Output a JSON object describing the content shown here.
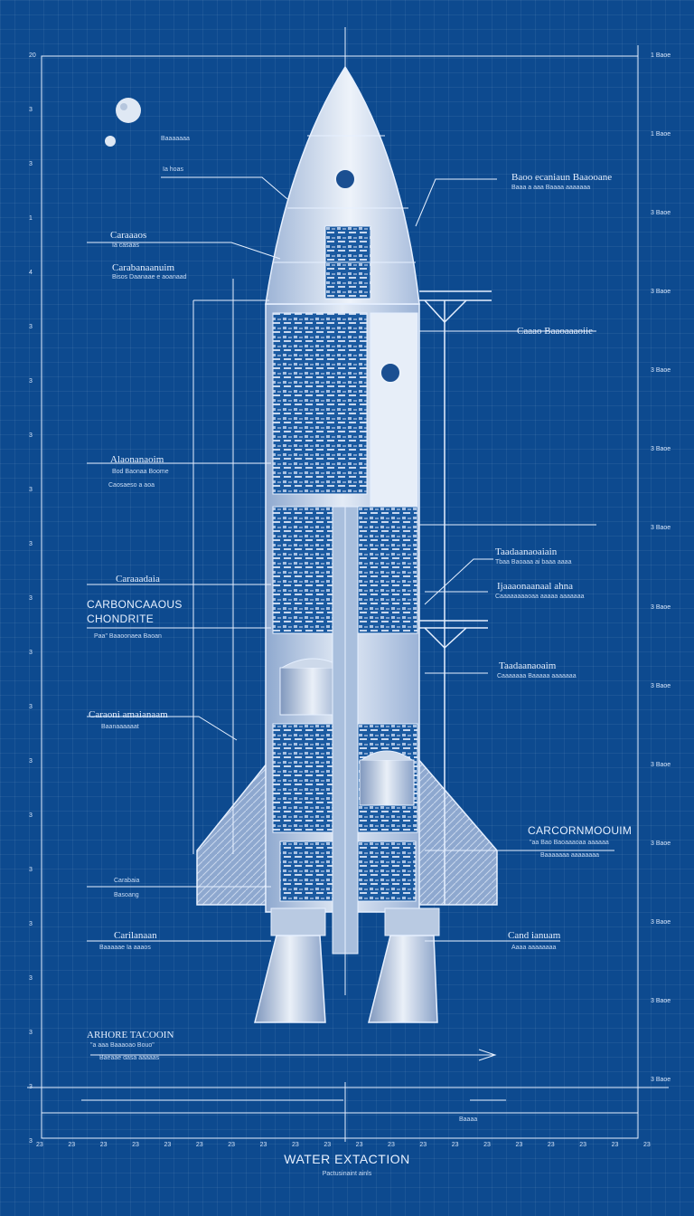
{
  "title": "WATER EXTACTION",
  "subtitle": "Pactusinaint ainls",
  "callouts_left": [
    {
      "title": "Ia hoas",
      "sub": ""
    },
    {
      "title": "Caraaaos",
      "sub": "Ia casaas"
    },
    {
      "title": "Carabanaanuim",
      "sub": "Bisos Daanaae e aoanaad"
    },
    {
      "title": "Alaonanaoim",
      "sub": "Bod Baonaa Boome"
    },
    {
      "title": "",
      "sub": "Caosaeso a aoa"
    },
    {
      "title": "Caraaadaia",
      "sub": ""
    },
    {
      "title": "CARBONCAAOUS",
      "sub": "CHONDRITE"
    },
    {
      "title": "",
      "sub": "Paa\" Baaoonaea Baoan"
    },
    {
      "title": "Caraoni amaianaam",
      "sub": "Baanaaaaaat"
    },
    {
      "title": "Carabaia",
      "sub": "Basoang"
    },
    {
      "title": "Carilanaan",
      "sub": "Baaaaae Ia aaaos"
    },
    {
      "title": "ARHORE TACOOIN",
      "sub": "\"a aaa Baaaoao Bouo\""
    },
    {
      "title": "",
      "sub": "Baeaae dasa aaaaas"
    }
  ],
  "callouts_right": [
    {
      "title": "Baoo ecaniaun Baaooane",
      "sub": "Baaa a aaa Baaaa aaaaaaa"
    },
    {
      "title": "Caaao Baaoaaaoiie",
      "sub": ""
    },
    {
      "title": "Taadaanaoaiain",
      "sub": "Tbaa Baoaaa ai baaa aaaa"
    },
    {
      "title": "Ijaaaonaanaal ahna",
      "sub": "Caaaaaaaaoaa aaaaa aaaaaaa"
    },
    {
      "title": "Taadaanaoaim",
      "sub": "Caaaaaaa Baaaaa aaaaaaa"
    },
    {
      "title": "CARCORNMOOUIM",
      "sub": "\"aa Bao Baoaaaoaa aaaaaa"
    },
    {
      "title": "",
      "sub": "Baaaaaaa aaaaaaaa"
    },
    {
      "title": "Cand ianuam",
      "sub": "Aaaa aaaaaaaa"
    }
  ],
  "moon_caption": "Baaaaaaa",
  "bottom_caption": "Baaaa",
  "left_ticks": [
    "20",
    "3",
    "3",
    "1",
    "4",
    "3",
    "3",
    "3",
    "3",
    "3",
    "3",
    "3",
    "3",
    "3",
    "3",
    "3",
    "3",
    "3",
    "3",
    "3",
    "3"
  ],
  "bottom_ticks": [
    "23",
    "23",
    "23",
    "23",
    "23",
    "23",
    "23",
    "23",
    "23",
    "23",
    "23",
    "23",
    "23",
    "23",
    "23",
    "23",
    "23",
    "23",
    "23",
    "23"
  ],
  "right_ticks": [
    "1 Baoe",
    "1 Baoe",
    "3 Baoe",
    "3 Baoe",
    "3 Baoe",
    "3 Baoe",
    "3 Baoe",
    "3 Baoe",
    "3 Baoe",
    "3 Baoe",
    "3 Baoe",
    "3 Baoe",
    "3 Baoe",
    "3 Baoe"
  ],
  "colors": {
    "background": "#0d4a8f",
    "line": "#e6f0ff",
    "body": "#cfd9e8"
  }
}
